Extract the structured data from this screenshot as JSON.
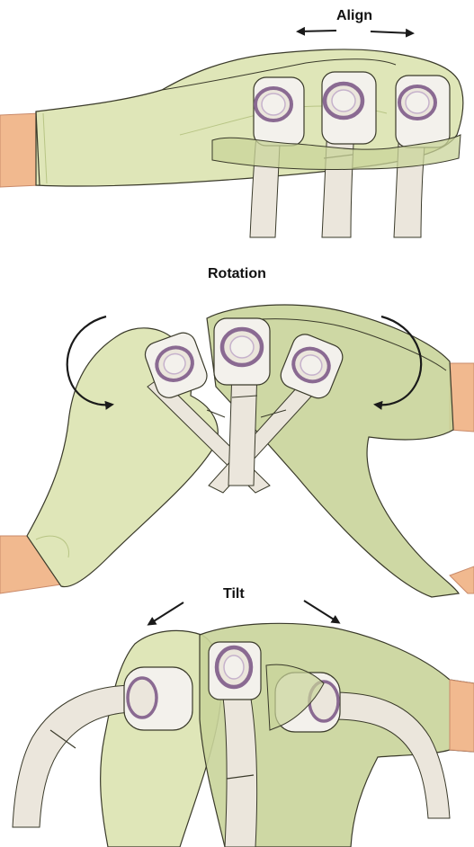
{
  "labels": {
    "align": "Align",
    "rotation": "Rotation",
    "tilt": "Tilt"
  },
  "colors": {
    "glove": "#dfe6b8",
    "glove_shadow": "#c9d49a",
    "glove_dark": "#b8c585",
    "outline": "#3a3a2a",
    "skin": "#f1b98f",
    "cuff_line": "#c98a6a",
    "tube": "#ebe6dc",
    "tube_shadow": "#cfc8bb",
    "scope_body": "#f3f1ec",
    "ring": "#8a6a92",
    "ring_inner": "#c6b2cc",
    "arrow": "#1a1a1a"
  },
  "icons": {
    "align_left": "arrow-left-icon",
    "align_right": "arrow-right-icon",
    "rotation_left": "curved-arrow-clockwise-icon",
    "rotation_right": "curved-arrow-counterclockwise-icon",
    "tilt_left": "arrow-down-left-icon",
    "tilt_right": "arrow-down-right-icon"
  }
}
